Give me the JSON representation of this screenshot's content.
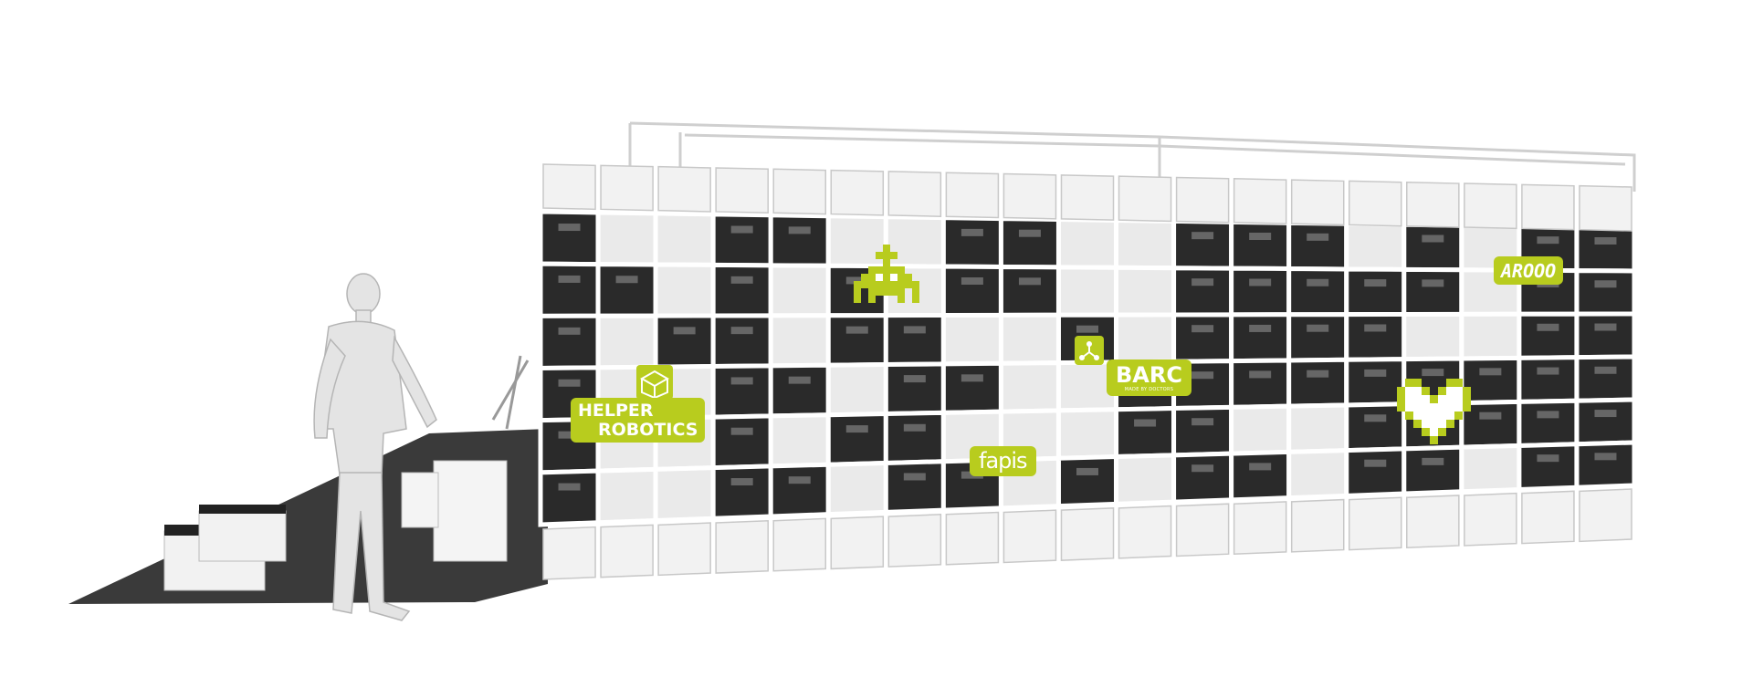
{
  "scene": {
    "background": "#ffffff",
    "accent_color": "#b8cc1e",
    "crate_dark": "#2a2a2a",
    "crate_light": "#f2f2f2"
  },
  "signs": {
    "helper_robotics": {
      "line1": "HELPER",
      "line2": "ROBOTICS",
      "icon": "cube-logo-icon"
    },
    "barc": {
      "title": "BARC",
      "subtitle": "MADE BY DOCTORS",
      "icon": "tri-node-icon"
    },
    "fapis": {
      "title": "fapis"
    },
    "aroo": {
      "title": "AROOO"
    }
  },
  "pixel_art": {
    "robot": {
      "icon": "robot-invader-icon"
    },
    "heart": {
      "icon": "pixel-heart-icon"
    }
  },
  "figure": {
    "icon": "standing-man-figure"
  }
}
